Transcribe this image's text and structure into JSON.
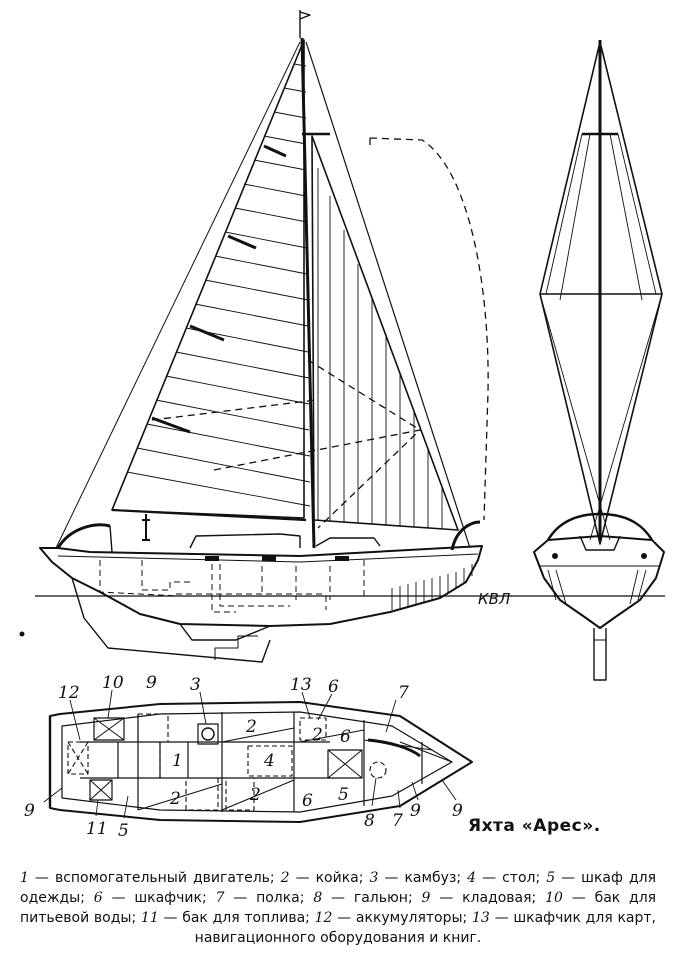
{
  "waterline_label": "КВЛ",
  "plan_labels": [
    "12",
    "10",
    "9",
    "3",
    "13",
    "6",
    "7",
    "2",
    "1",
    "4",
    "2",
    "6",
    "2",
    "2",
    "6",
    "5",
    "9",
    "11",
    "5",
    "8",
    "7",
    "9",
    "9"
  ],
  "caption_title": "Яхта «Арес».",
  "legend": [
    {
      "num": "1",
      "text": "вспомогательный двигатель;"
    },
    {
      "num": "2",
      "text": "койка;"
    },
    {
      "num": "3",
      "text": "камбуз;"
    },
    {
      "num": "4",
      "text": "стол;"
    },
    {
      "num": "5",
      "text": "шкаф для одежды;"
    },
    {
      "num": "6",
      "text": "шкафчик;"
    },
    {
      "num": "7",
      "text": "полка;"
    },
    {
      "num": "8",
      "text": "гальюн;"
    },
    {
      "num": "9",
      "text": "кладовая;"
    },
    {
      "num": "10",
      "text": "бак для питьевой воды;"
    },
    {
      "num": "11",
      "text": "бак для топлива;"
    },
    {
      "num": "12",
      "text": "аккумуляторы;"
    },
    {
      "num": "13",
      "text": "шкафчик для карт, навигационного оборудования и книг."
    }
  ]
}
